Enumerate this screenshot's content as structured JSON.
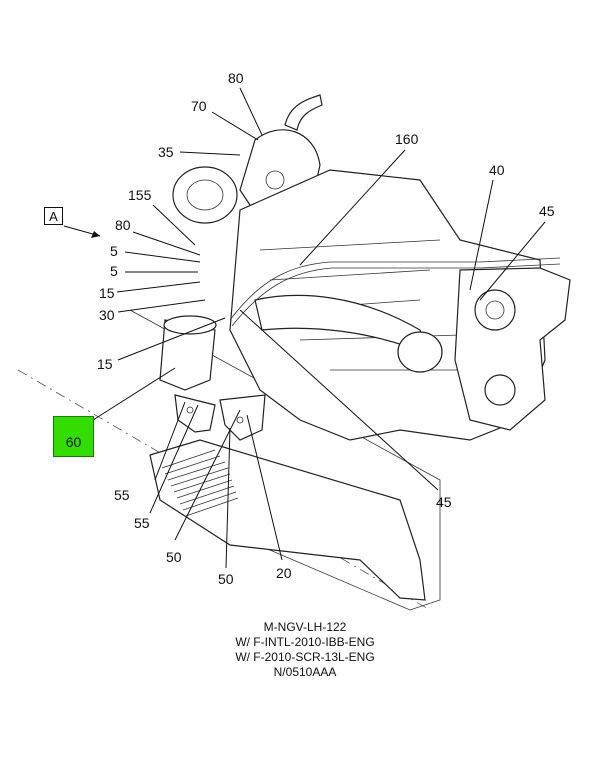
{
  "view_label": "A",
  "highlighted_callout": "60",
  "highlight_color": "#33dd00",
  "callouts": {
    "c80_top": "80",
    "c70": "70",
    "c35": "35",
    "c160": "160",
    "c40": "40",
    "c155": "155",
    "c45_right": "45",
    "c80_left": "80",
    "c5_a": "5",
    "c5_b": "5",
    "c15_a": "15",
    "c30": "30",
    "c15_b": "15",
    "c45_bottom": "45",
    "c55_a": "55",
    "c55_b": "55",
    "c50_a": "50",
    "c20": "20",
    "c50_b": "50"
  },
  "caption": {
    "line1": "M-NGV-LH-122",
    "line2": "W/ F-INTL-2010-IBB-ENG",
    "line3": "W/ F-2010-SCR-13L-ENG",
    "line4": "N/0510AAA"
  }
}
